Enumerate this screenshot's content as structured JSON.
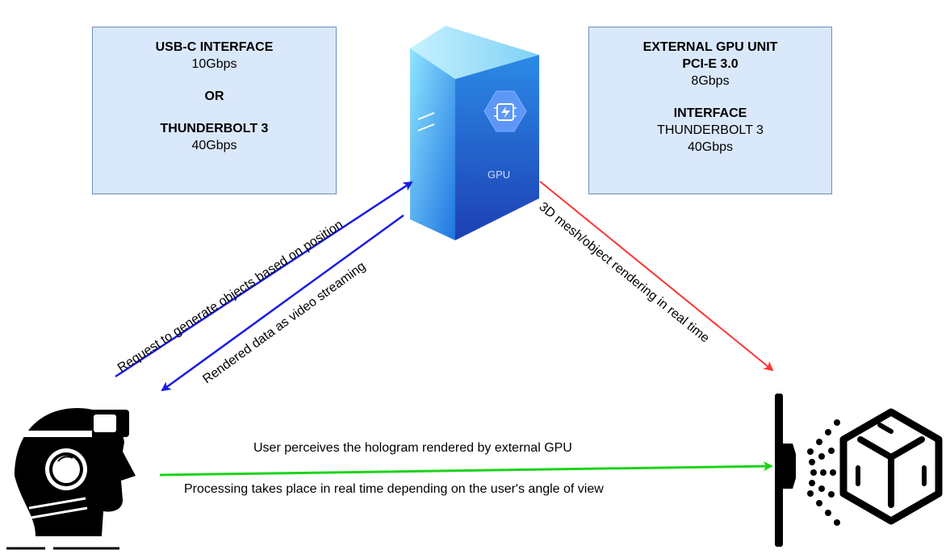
{
  "left_box": {
    "line1": "USB-C INTERFACE",
    "line2": "10Gbps",
    "line3": "OR",
    "line4": "THUNDERBOLT 3",
    "line5": "40Gbps"
  },
  "right_box": {
    "line1": "EXTERNAL GPU UNIT",
    "line2": "PCI-E 3.0",
    "line3": "8Gbps",
    "line4": "INTERFACE",
    "line5": "THUNDERBOLT 3",
    "line6": "40Gbps"
  },
  "gpu": {
    "label": "GPU"
  },
  "arrows": {
    "request": "Request to generate objects based on position",
    "rendered": "Rendered data as video streaming",
    "mesh": "3D mesh/object rendering in real time",
    "perceive": "User perceives the hologram rendered by external GPU",
    "processing": "Processing takes place in real time depending on the user's angle of view"
  },
  "colors": {
    "box_fill": "#dae8fc",
    "box_stroke": "#6c8ebf",
    "blue_arrow": "#1a1ae6",
    "red_arrow": "#ff3333",
    "green_arrow": "#1ad41a"
  },
  "icons": {
    "gpu": "gpu-server-icon",
    "user": "vr-headset-user-icon",
    "hologram": "hologram-projector-icon"
  }
}
